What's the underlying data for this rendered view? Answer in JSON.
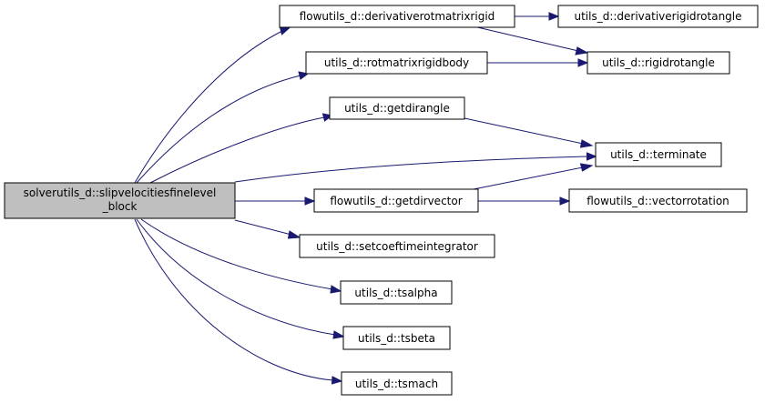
{
  "nodes": {
    "root_line1": "solverutils_d::slipvelocitiesfinelevel",
    "root_line2": "_block",
    "derivativerotmatrixrigid": "flowutils_d::derivativerotmatrixrigid",
    "derivativerigidrotangle": "utils_d::derivativerigidrotangle",
    "rotmatrixrigidbody": "utils_d::rotmatrixrigidbody",
    "rigidrotangle": "utils_d::rigidrotangle",
    "getdirangle": "utils_d::getdirangle",
    "terminate": "utils_d::terminate",
    "getdirvector": "flowutils_d::getdirvector",
    "vectorrotation": "flowutils_d::vectorrotation",
    "setcoeftimeintegrator": "utils_d::setcoeftimeintegrator",
    "tsalpha": "utils_d::tsalpha",
    "tsbeta": "utils_d::tsbeta",
    "tsmach": "utils_d::tsmach"
  },
  "colors": {
    "edge": "#191970",
    "root_fill": "#bfbfbf",
    "node_fill": "#ffffff",
    "node_stroke": "#000000"
  }
}
